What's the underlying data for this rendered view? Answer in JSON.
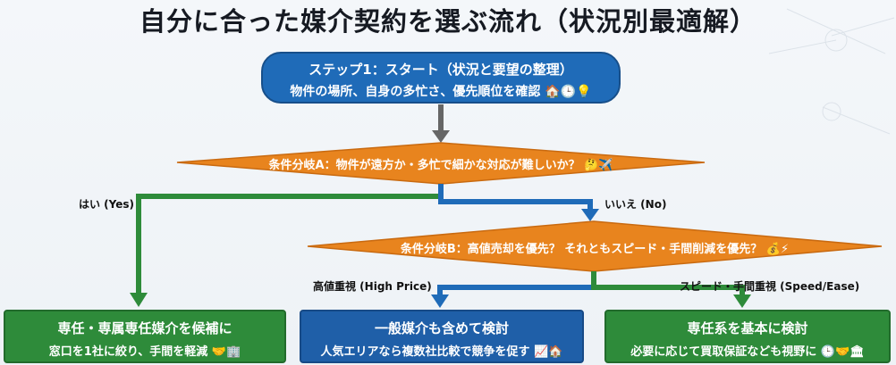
{
  "title": "自分に合った媒介契約を選ぶ流れ（状況別最適解）",
  "start": {
    "line1": "ステップ1：スタート（状況と要望の整理）",
    "line2": "物件の場所、自身の多忙さ、優先順位を確認 🏠🕒💡"
  },
  "decisionA": {
    "text": "条件分岐A：物件が遠方か・多忙で細かな対応が難しいか？ 🤔✈️",
    "yes": "はい (Yes)",
    "no": "いいえ (No)"
  },
  "decisionB": {
    "text": "条件分岐B：高値売却を優先？ それともスピード・手間削減を優先？ 💰⚡",
    "left": "高値重視 (High Price)",
    "right": "スピード・手間重視 (Speed/Ease)"
  },
  "results": {
    "left": {
      "line1": "専任・専属専任媒介を候補に",
      "line2": "窓口を1社に絞り、手間を軽減 🤝🏢"
    },
    "mid": {
      "line1": "一般媒介も含めて検討",
      "line2": "人気エリアなら複数社比較で競争を促す 📈🏠"
    },
    "right": {
      "line1": "専任系を基本に検討",
      "line2": "必要に応じて買取保証なども視野に 🕒🤝🏛"
    }
  },
  "colors": {
    "blue": "#1f6bb8",
    "green": "#2e8b3a",
    "orange": "#e8841e",
    "gray": "#666666"
  }
}
